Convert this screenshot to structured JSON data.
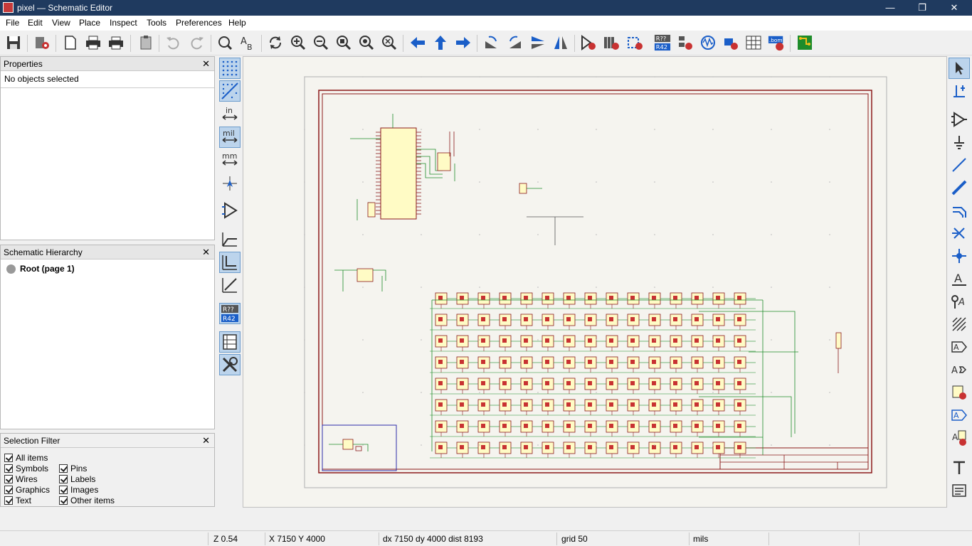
{
  "window": {
    "title": "pixel — Schematic Editor",
    "minimize": "—",
    "restore": "❐",
    "close": "✕"
  },
  "menu": [
    "File",
    "Edit",
    "View",
    "Place",
    "Inspect",
    "Tools",
    "Preferences",
    "Help"
  ],
  "properties": {
    "title": "Properties",
    "empty_text": "No objects selected"
  },
  "hierarchy": {
    "title": "Schematic Hierarchy",
    "root": "Root (page 1)"
  },
  "selection_filter": {
    "title": "Selection Filter",
    "items": [
      {
        "label": "All items",
        "checked": true
      },
      {
        "label": "Symbols",
        "checked": true
      },
      {
        "label": "Pins",
        "checked": true
      },
      {
        "label": "Wires",
        "checked": true
      },
      {
        "label": "Labels",
        "checked": true
      },
      {
        "label": "Graphics",
        "checked": true
      },
      {
        "label": "Images",
        "checked": true
      },
      {
        "label": "Text",
        "checked": true
      },
      {
        "label": "Other items",
        "checked": true
      }
    ]
  },
  "left_toolbar": {
    "units_in": "in",
    "units_mil": "mil",
    "units_mm": "mm",
    "annotate": [
      "R??",
      "R42"
    ]
  },
  "toolbar": {
    "annotate": [
      "R??",
      "R42"
    ],
    "bom": ".bom"
  },
  "status": {
    "zoom": "Z 0.54",
    "pos": "X 7150  Y 4000",
    "delta": "dx 7150  dy 4000  dist 8193",
    "grid": "grid 50",
    "units": "mils"
  },
  "colors": {
    "titlebar": "#1f3a5f",
    "schematic_border": "#8b1a1a",
    "symbol_body": "#fffbc5",
    "wire": "#1e8c2a",
    "pin_text": "#006060",
    "accent_blue": "#1a5ec8"
  }
}
